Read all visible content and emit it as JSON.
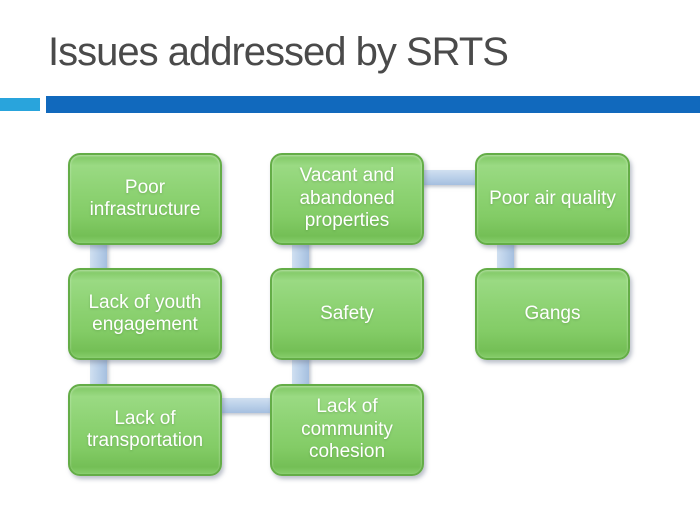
{
  "slide": {
    "title": "Issues addressed by SRTS"
  },
  "accent_bar": {
    "light_color": "#29A4DC",
    "dark_color": "#1169BD"
  },
  "diagram": {
    "box_fill_color": "#86CD6B",
    "box_border_color": "#64AD47",
    "box_text_color": "#FFFFFF",
    "connector_color": "#B8CEE8",
    "columns": [
      {
        "boxes": [
          {
            "label": "Poor infrastructure"
          },
          {
            "label": "Lack of youth engagement"
          },
          {
            "label": "Lack of transportation"
          }
        ]
      },
      {
        "boxes": [
          {
            "label": "Vacant and abandoned properties"
          },
          {
            "label": "Safety"
          },
          {
            "label": "Lack of community cohesion"
          }
        ]
      },
      {
        "boxes": [
          {
            "label": "Poor air quality"
          },
          {
            "label": "Gangs"
          }
        ]
      }
    ]
  }
}
